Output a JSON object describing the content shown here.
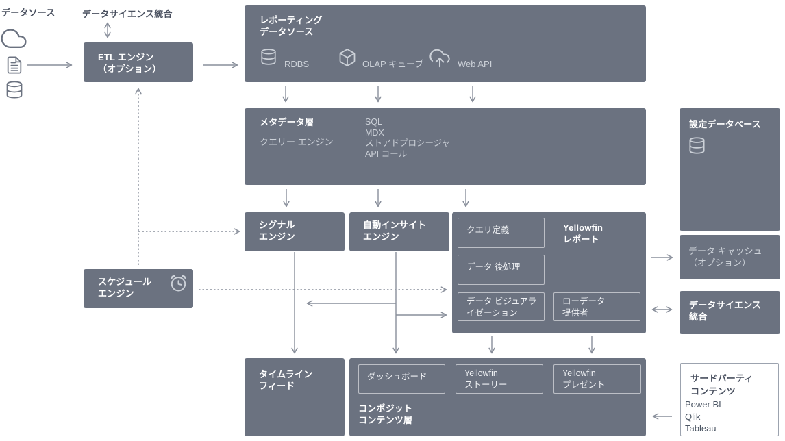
{
  "colors": {
    "box_fill": "#6b7280",
    "box_text": "#ffffff",
    "box_text_muted": "#ccd1d8",
    "outside_label": "#4a5160",
    "arrow": "#898f9b",
    "white_box_border": "#9ca3af"
  },
  "labels": {
    "data_sources": "データソース",
    "data_science_top": "データサイエンス統合"
  },
  "source_icons": [
    "cloud-icon",
    "document-icon",
    "database-icon"
  ],
  "etl": {
    "line1": "ETL エンジン",
    "line2": "（オプション）"
  },
  "reporting": {
    "title1": "レポーティング",
    "title2": "データソース",
    "items": [
      {
        "icon": "database-icon",
        "label": "RDBS"
      },
      {
        "icon": "cube-icon",
        "label": "OLAP キューブ"
      },
      {
        "icon": "cloud-upload-icon",
        "label": "Web API"
      }
    ]
  },
  "metadata": {
    "title": "メタデータ層",
    "engine": "クエリー エンジン",
    "list": [
      "SQL",
      "MDX",
      "ストアドプロシージャ",
      "API コール"
    ]
  },
  "config_db": {
    "title": "設定データベース",
    "icon": "database-icon"
  },
  "data_cache": {
    "line1": "データ キャッシュ",
    "line2": "（オプション）"
  },
  "signal": {
    "line1": "シグナル",
    "line2": "エンジン"
  },
  "auto_insight": {
    "line1": "自動インサイト",
    "line2": "エンジン"
  },
  "yf_report": {
    "title1": "Yellowfin",
    "title2": "レポート",
    "query": "クエリ定義",
    "post": "データ 後処理",
    "viz1": "データ ビジュアラ",
    "viz2": "イゼーション",
    "raw1": "ローデータ",
    "raw2": "提供者"
  },
  "schedule": {
    "line1": "スケジュール",
    "line2": "エンジン",
    "icon": "alarm-clock-icon"
  },
  "ds_integration": {
    "line1": "データサイエンス",
    "line2": "統合"
  },
  "timeline": {
    "line1": "タイムライン",
    "line2": "フィード"
  },
  "composite": {
    "title1": "コンポジット",
    "title2": "コンテンツ層",
    "dashboard": "ダッシュボード",
    "story1": "Yellowfin",
    "story2": "ストーリー",
    "present1": "Yellowfin",
    "present2": "プレゼント"
  },
  "third_party": {
    "title1": "サードパーティ",
    "title2": "コンテンツ",
    "items": [
      "Power BI",
      "Qlik",
      "Tableau"
    ]
  }
}
